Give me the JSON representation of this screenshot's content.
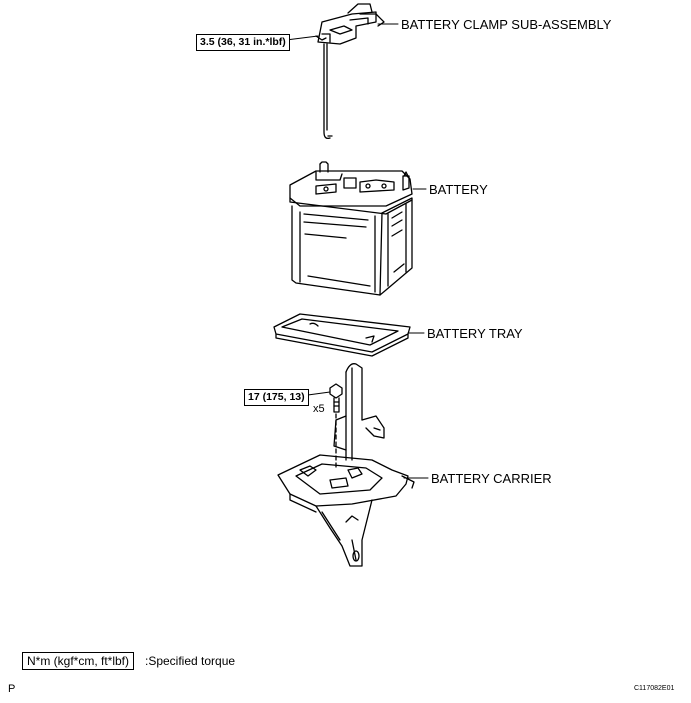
{
  "labels": {
    "clamp": "BATTERY CLAMP SUB-ASSEMBLY",
    "battery": "BATTERY",
    "tray": "BATTERY TRAY",
    "carrier": "BATTERY CARRIER"
  },
  "torque": {
    "clamp": "3.5 (36, 31 in.*lbf)",
    "carrier": "17 (175, 13)",
    "carrier_qty": "x5"
  },
  "legend": {
    "unit": "N*m (kgf*cm, ft*lbf)",
    "meaning": ":Specified torque"
  },
  "footer": {
    "left_mark": "P",
    "figure_code": "C117082E01"
  }
}
